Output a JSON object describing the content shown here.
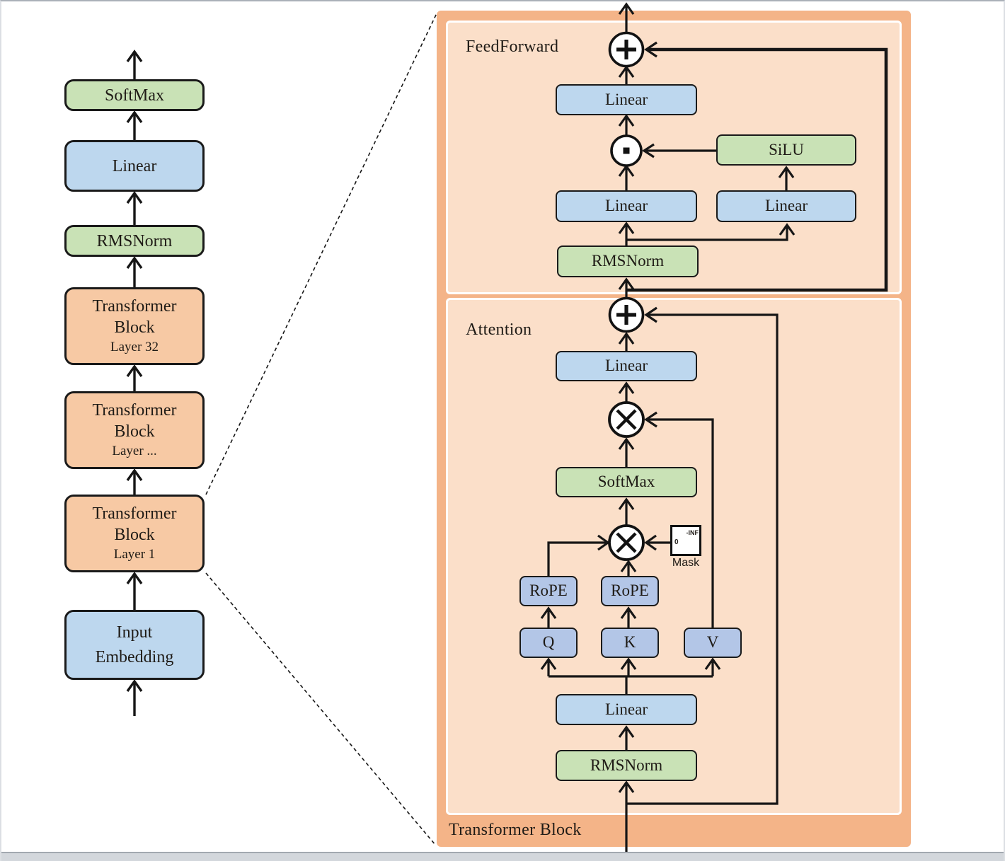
{
  "colors": {
    "green_box": "#c9e2b6",
    "blue_box": "#bdd7ee",
    "blue_qkv_box": "#b3c6e7",
    "orange_block": "#f7c9a4",
    "panel_outer": "#f4b488",
    "panel_inner": "#fbdfc9",
    "line": "#161616",
    "frame_gray": "#d3d7dc"
  },
  "left_column": {
    "softmax_label": "SoftMax",
    "linear_label": "Linear",
    "rmsnorm_label": "RMSNorm",
    "block_top": {
      "line1": "Transformer",
      "line2": "Block",
      "layer": "Layer 32"
    },
    "block_mid": {
      "line1": "Transformer",
      "line2": "Block",
      "layer": "Layer ..."
    },
    "block_bottom": {
      "line1": "Transformer",
      "line2": "Block",
      "layer": "Layer 1"
    },
    "input_embedding": {
      "line1": "Input",
      "line2": "Embedding"
    }
  },
  "panel": {
    "title": "Transformer Block",
    "feedforward": {
      "label": "FeedForward",
      "linear_out": "Linear",
      "silu": "SiLU",
      "linear_gate": "Linear",
      "linear_up": "Linear",
      "rmsnorm": "RMSNorm"
    },
    "attention": {
      "label": "Attention",
      "linear_out": "Linear",
      "softmax": "SoftMax",
      "mask": {
        "label": "Mask",
        "upper": "-INF",
        "lower": "0"
      },
      "rope_q": "RoPE",
      "rope_k": "RoPE",
      "q": "Q",
      "k": "K",
      "v": "V",
      "linear_qkv": "Linear",
      "rmsnorm": "RMSNorm"
    }
  },
  "operators": {
    "add": "circled plus (residual add)",
    "elementwise_product": "circled dot (elementwise product)",
    "matrix_product": "circled cross (matrix multiply)"
  }
}
